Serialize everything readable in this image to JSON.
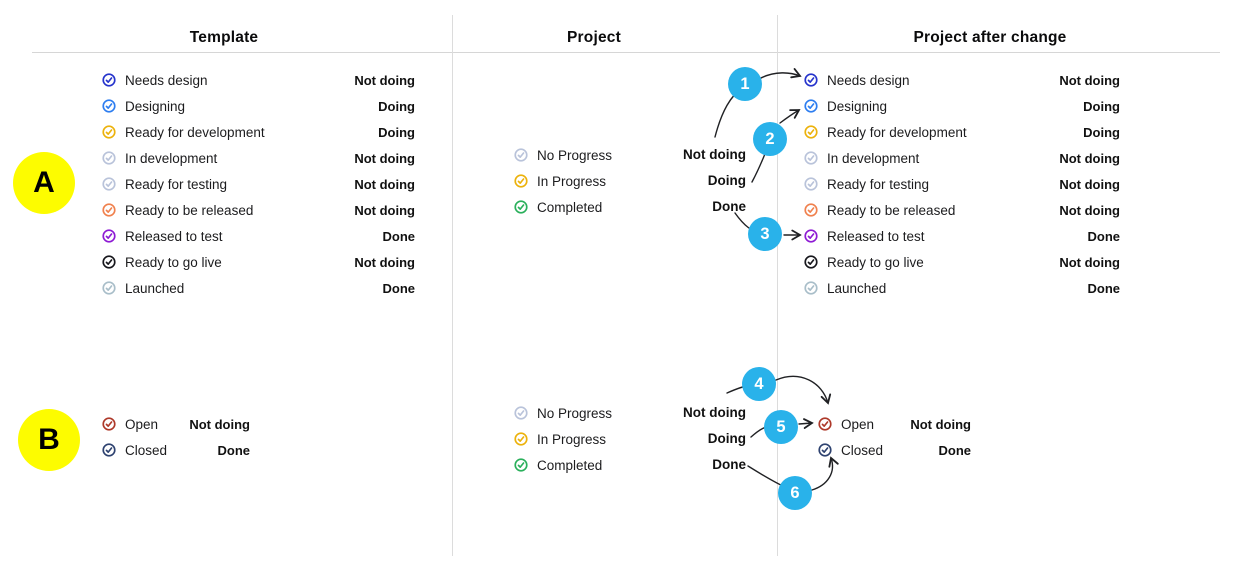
{
  "headers": {
    "template": "Template",
    "project": "Project",
    "after": "Project after change"
  },
  "badges": {
    "a": "A",
    "b": "B",
    "bg": "#fdfc00"
  },
  "marker_color": "#29b2ea",
  "markers": [
    "1",
    "2",
    "3",
    "4",
    "5",
    "6"
  ],
  "map_labels": {
    "not_doing": "Not doing",
    "doing": "Doing",
    "done": "Done"
  },
  "template_items": [
    {
      "label": "Needs design",
      "status": "Not doing",
      "color": "#2634cc"
    },
    {
      "label": "Designing",
      "status": "Doing",
      "color": "#2e7ef0"
    },
    {
      "label": "Ready for development",
      "status": "Doing",
      "color": "#ecb20c"
    },
    {
      "label": "In development",
      "status": "Not doing",
      "color": "#b9c3da"
    },
    {
      "label": "Ready for testing",
      "status": "Not doing",
      "color": "#b9c3da"
    },
    {
      "label": "Ready to be released",
      "status": "Not doing",
      "color": "#f0814e"
    },
    {
      "label": "Released to test",
      "status": "Done",
      "color": "#8e1bd4"
    },
    {
      "label": "Ready to go live",
      "status": "Not doing",
      "color": "#17171c"
    },
    {
      "label": "Launched",
      "status": "Done",
      "color": "#a9bec9"
    }
  ],
  "after_items": [
    {
      "label": "Needs design",
      "status": "Not doing",
      "color": "#2634cc"
    },
    {
      "label": "Designing",
      "status": "Doing",
      "color": "#2e7ef0"
    },
    {
      "label": "Ready for development",
      "status": "Doing",
      "color": "#ecb20c"
    },
    {
      "label": "In development",
      "status": "Not doing",
      "color": "#b9c3da"
    },
    {
      "label": "Ready for testing",
      "status": "Not doing",
      "color": "#b9c3da"
    },
    {
      "label": "Ready to be released",
      "status": "Not doing",
      "color": "#f0814e"
    },
    {
      "label": "Released to test",
      "status": "Done",
      "color": "#8e1bd4"
    },
    {
      "label": "Ready to go live",
      "status": "Not doing",
      "color": "#17171c"
    },
    {
      "label": "Launched",
      "status": "Done",
      "color": "#a9bec9"
    }
  ],
  "project_items": [
    {
      "label": "No Progress",
      "color": "#b9c3da"
    },
    {
      "label": "In Progress",
      "color": "#ecb20c"
    },
    {
      "label": "Completed",
      "color": "#2bb05c"
    }
  ],
  "b_items": [
    {
      "label": "Open",
      "status": "Not doing",
      "color": "#ae392a"
    },
    {
      "label": "Closed",
      "status": "Done",
      "color": "#2e4270"
    }
  ],
  "after_b_items": [
    {
      "label": "Open",
      "status": "Not doing",
      "color": "#ae392a"
    },
    {
      "label": "Closed",
      "status": "Done",
      "color": "#2e4270"
    }
  ]
}
